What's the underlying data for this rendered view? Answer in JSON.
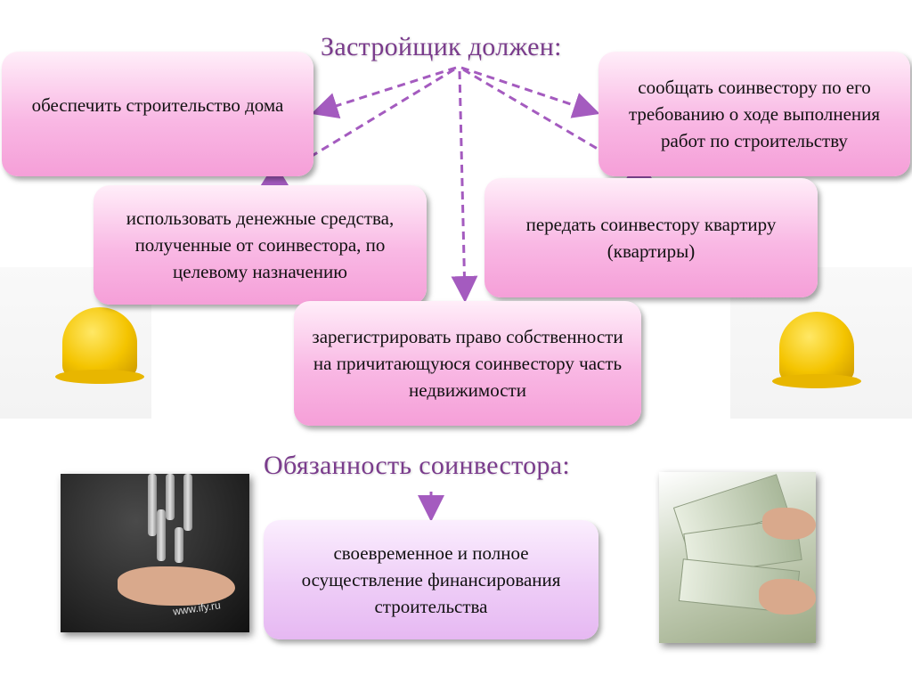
{
  "developer": {
    "heading": "Застройщик должен:",
    "duties": [
      "обеспечить строительство дома",
      "сообщать соинвестору по его требованию о ходе выполнения работ по строительству",
      "использовать денежные средства, полученные от соинвестора, по целевому назначению",
      "передать соинвестору квартиру (квартиры)",
      "зарегистрировать право собственности на причитающуюся соинвестору часть недвижимости"
    ]
  },
  "coinvestor": {
    "heading": "Обязанность соинвестора:",
    "duties": [
      "своевременное и полное осуществление финансирования строительства"
    ]
  },
  "colors": {
    "heading": "#7a3c8c",
    "box_pink": "#f9b8e4",
    "box_violet": "#eecdf7",
    "arrow": "#a45bbf",
    "hardhat": "#f4c400"
  },
  "photos": {
    "coins_watermark": "www.ify.ru"
  }
}
